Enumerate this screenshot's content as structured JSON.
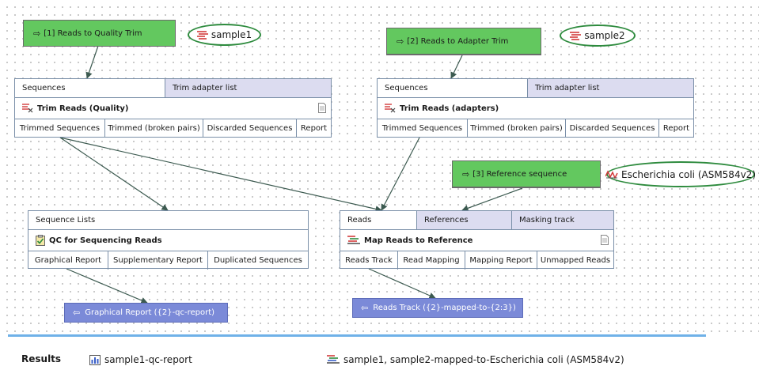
{
  "inputs": [
    {
      "label": "[1] Reads to Quality Trim"
    },
    {
      "label": "[2] Reads to Adapter Trim"
    },
    {
      "label": "[3] Reference sequence"
    }
  ],
  "ovals": {
    "sample1": "sample1",
    "sample2": "sample2",
    "reference": "Escherichia coli (ASM584v2)"
  },
  "tools": {
    "trim_quality": {
      "inputs": [
        "Sequences",
        "Trim adapter list"
      ],
      "title": "Trim Reads (Quality)",
      "outputs": [
        "Trimmed Sequences",
        "Trimmed (broken pairs)",
        "Discarded Sequences",
        "Report"
      ]
    },
    "trim_adapters": {
      "inputs": [
        "Sequences",
        "Trim adapter list"
      ],
      "title": "Trim Reads (adapters)",
      "outputs": [
        "Trimmed Sequences",
        "Trimmed (broken pairs)",
        "Discarded Sequences",
        "Report"
      ]
    },
    "qc": {
      "inputs": [
        "Sequence Lists"
      ],
      "title": "QC for Sequencing Reads",
      "outputs": [
        "Graphical Report",
        "Supplementary Report",
        "Duplicated Sequences"
      ]
    },
    "map": {
      "inputs": [
        "Reads",
        "References",
        "Masking track"
      ],
      "title": "Map Reads to Reference",
      "outputs": [
        "Reads Track",
        "Read Mapping",
        "Mapping Report",
        "Unmapped Reads"
      ]
    }
  },
  "outputs": {
    "graphical_report": "Graphical Report ({2}-qc-report)",
    "reads_track": "Reads Track ({2}-mapped-to-{2:3})"
  },
  "results": {
    "label": "Results",
    "items": [
      "sample1-qc-report",
      "sample1, sample2-mapped-to-Escherichia coli (ASM584v2)"
    ]
  },
  "colors": {
    "input_green": "#63c85f",
    "oval_border": "#2e8b3e",
    "output_blue": "#7b8ad8",
    "port_lavender": "#dcdcf0",
    "divider": "#6fb1e8",
    "wire": "#3c5a50"
  }
}
